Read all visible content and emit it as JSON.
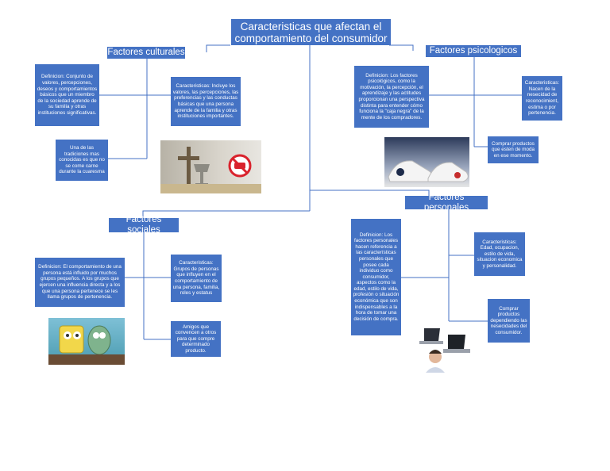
{
  "title": "Caracteristicas que afectan el comportamiento del consumidor",
  "culturales": {
    "heading": "Factores culturales",
    "definicion": "Definicion: Conjunto de valores, percepciones, deseos y comportamientos básicos que un miembro de la sociedad aprende de su familia y otras instituciones significativas.",
    "caracteristicas": "Caracteristicas: Incluye los valores, las percepciones, las preferencias y las conductas básicas que una persona aprende de la familia y otras instituciones importantes.",
    "ejemplo": "Una de las tradiciones mas conocidas es que no se come carne durante la cuaresma"
  },
  "psicologicos": {
    "heading": "Factores psicologicos",
    "definicion": "Definicion: Los factores psicológicos, como la motivación, la percepción, el aprendizaje y las actitudes proporcionan una perspectiva distinta para entender cómo funciona la \"caja negra\" de la mente de los compradores.",
    "caracteristicas": "Caracteristicas: Nacen de la nesecidad de reconocimient, estima o por pertenencia.",
    "ejemplo": "Comprar productos que esten de moda en ese momento."
  },
  "sociales": {
    "heading": "Factores sociales",
    "definicion": "Definicion: El comportamiento de una persona está influido por muchos grupos pequeños. A los grupos que ejercen una influencia directa y a los que una persona pertenece se les llama grupos de pertenencia.",
    "caracteristicas": "Caracteristicas: Grupos de personas que influyen en el comportamiento de una persona, familia, roles y estatus",
    "ejemplo": "Amigos que convencen a otros para que compre determinado producto."
  },
  "personales": {
    "heading": "Factores personales",
    "definicion": "Definicion: Los factores personales hacen referencia a las características personales que posee cada individuo como consumidor, aspectos como la edad, estilo de vida, profesión o situación económica que son indispensables a la hora de tomar una decisión de compra.",
    "caracteristicas": "Caracteristicas: Edad, ocupacion, estilo de vida, situacion economica y personalidad.",
    "ejemplo": "Comprar productos dependiendo las nesecidades del consumidor."
  },
  "colors": {
    "box": "#4472c4",
    "line": "#4472c4",
    "text": "#ffffff"
  },
  "icons": [
    "cross-chalice-image",
    "no-meat-icon",
    "sneakers-image",
    "cartoon-friends-image",
    "laptop-woman-image"
  ]
}
